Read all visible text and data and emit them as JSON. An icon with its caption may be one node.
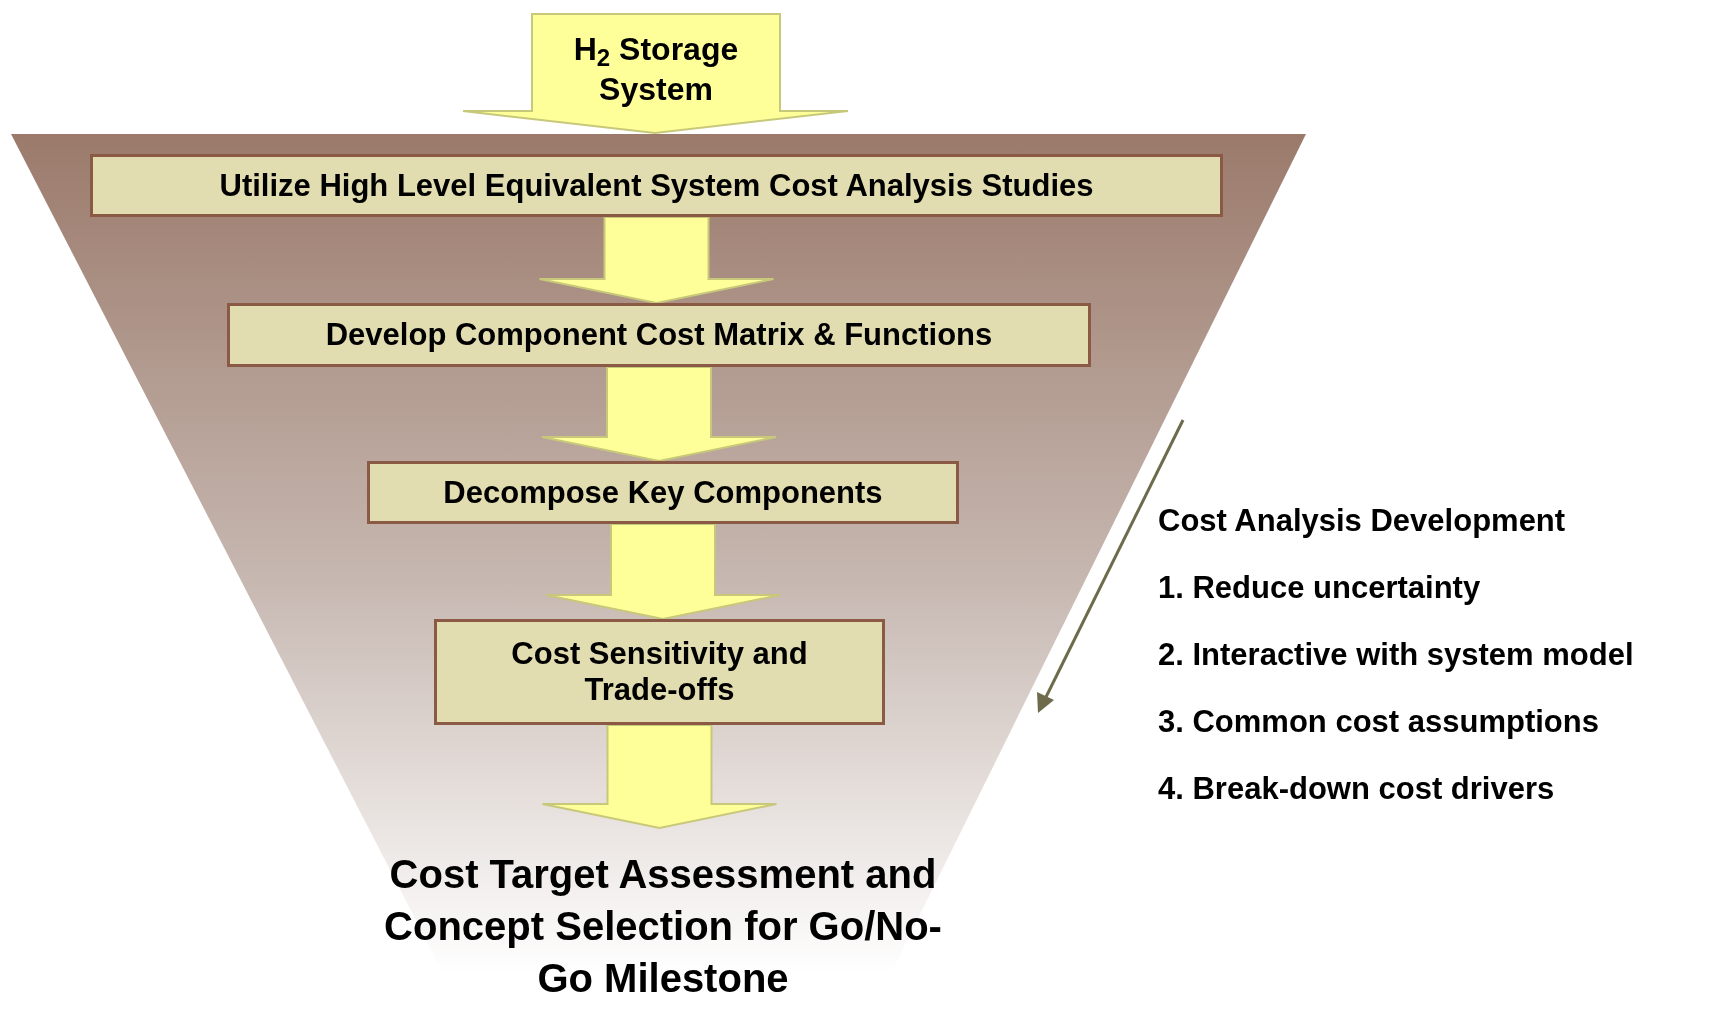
{
  "diagram": {
    "nodes": [
      {
        "text": [
          "H$_{2}$ Storage System"
        ]
      },
      {
        "text": [],
        "shape": "triangle"
      },
      {
        "text": [
          "Utilize High Level Equivalent System Cost Analysis Studies"
        ],
        "in": 1
      },
      {
        "text": [
          "Develop Component Cost Matrix & Functions"
        ],
        "in": 1
      },
      {
        "text": [
          "Decompose Key Components"
        ],
        "in": 1
      },
      {
        "text": [
          "Cost Sensitivity and Trade-offs"
        ],
        "in": 1
      },
      {
        "text": [
          "Cost Target Assessment and Concept Selection for Go/No-Go Milestone"
        ],
        "in": 1
      }
    ],
    "edges": [
      {
        "from": 2,
        "to": 3,
        "arrow": "to",
        "style": "thick"
      },
      {
        "from": 3,
        "to": 4,
        "arrow": "to",
        "style": "thick"
      },
      {
        "from": 4,
        "to": 5,
        "arrow": "to",
        "style": "thick"
      },
      {
        "from": 5,
        "to": 6,
        "arrow": "to",
        "style": "thick"
      }
    ],
    "labels": [
      "Cost Analysis Development",
      "1. Reduce uncertainty",
      "2. Interactive with system model",
      "3. Common cost assumptions",
      "4. Break-down cost drivers"
    ]
  }
}
